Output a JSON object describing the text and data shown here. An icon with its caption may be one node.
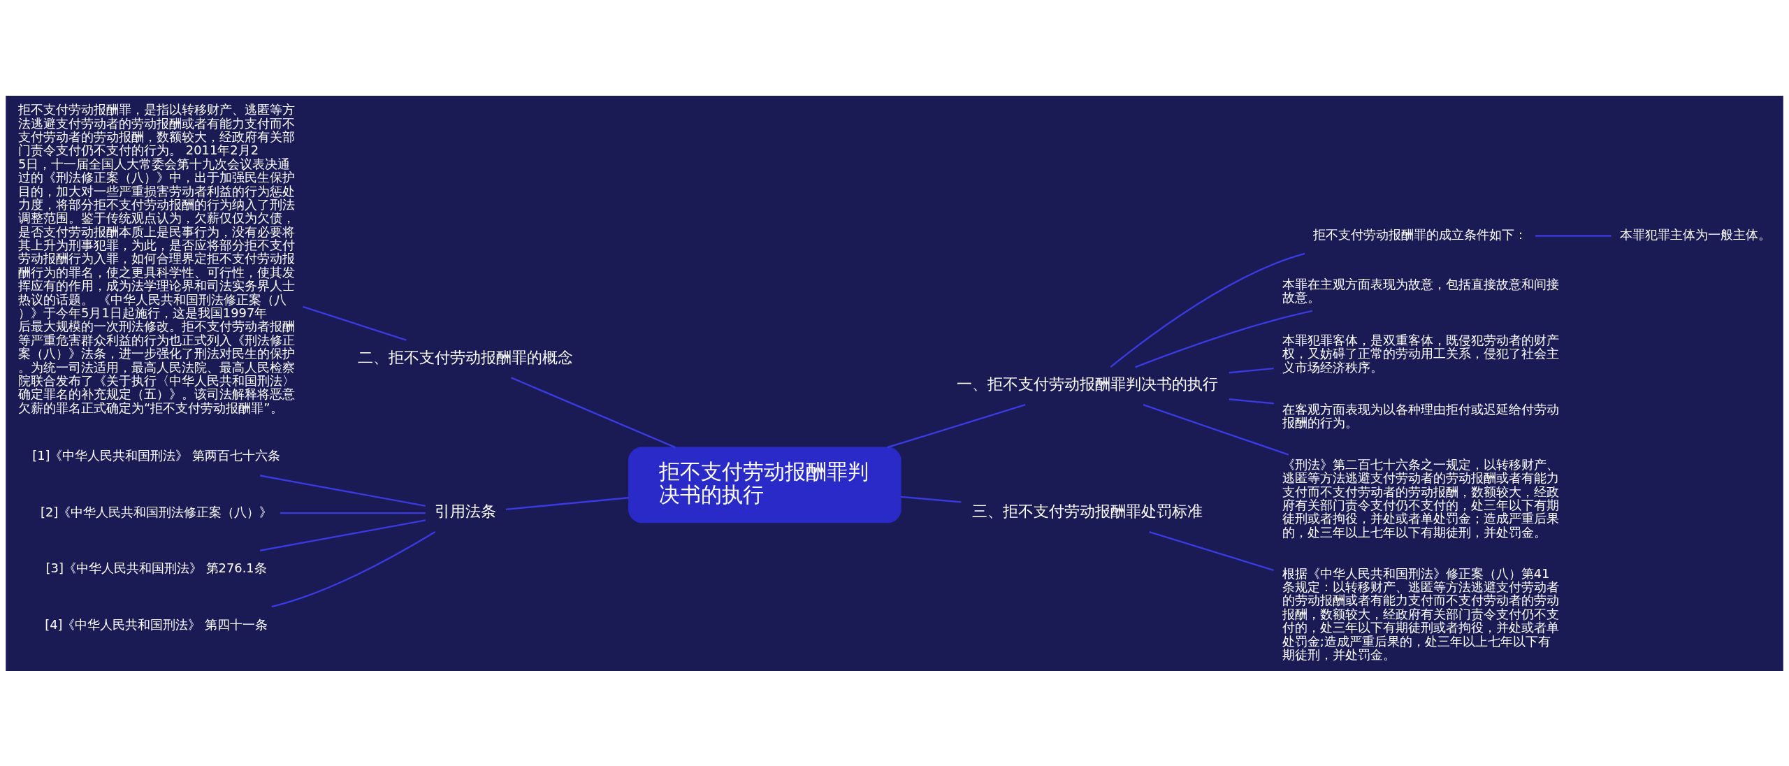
{
  "diagram": {
    "nodes": [
      {
        "text": [
          "拒不支付劳动报酬罪判决书的执行"
        ]
      },
      {
        "text": [
          "一、拒不支付劳动报酬罪判决书的执行"
        ]
      },
      {
        "text": [
          "拒不支付劳动报酬罪的成立条件如下："
        ]
      },
      {
        "text": [
          "本罪犯罪主体为一般主体。"
        ]
      },
      {
        "text": [
          "本罪在主观方面表现为故意，包括直接故意和间接故意。"
        ]
      },
      {
        "text": [
          "本罪犯罪客体，是双重客体，既侵犯劳动者的财产权，又妨碍了正常的劳动用工关系，侵犯了社会主义市场经济秩序。"
        ]
      },
      {
        "text": [
          "在客观方面表现为以各种理由拒付或迟延给付劳动报酬的行为。"
        ]
      },
      {
        "text": [
          "《刑法》第二百七十六条之一规定，以转移财产、逃匿等方法逃避支付劳动者的劳动报酬或者有能力支付而不支付劳动者的劳动报酬，数额较大，经政府有关部门责令支付仍不支付的，处三年以下有期徒刑或者拘役，并处或者单处罚金；造成严重后果的，处三年以上七年以下有期徒刑，并处罚金。"
        ]
      },
      {
        "text": [
          "三、拒不支付劳动报酬罪处罚标准"
        ]
      },
      {
        "text": [
          "根据《中华人民共和国刑法》修正案（八）第41条规定：以转移财产、逃匿等方法逃避支付劳动者的劳动报酬或者有能力支付而不支付劳动者的劳动报酬，数额较大，经政府有关部门责令支付仍不支付的，处三年以下有期徒刑或者拘役，并处或者单处罚金;造成严重后果的，处三年以上七年以下有期徒刑，并处罚金。"
        ]
      },
      {
        "text": [
          "二、拒不支付劳动报酬罪的概念"
        ]
      },
      {
        "text": [
          "拒不支付劳动报酬罪，是指以转移财产、逃匿等方法逃避支付劳动者的劳动报酬或者有能力支付而不支付劳动者的劳动报酬，数额较大，经政府有关部门责令支付仍不支付的行为。 2011年2月25日，十一届全国人大常委会第十九次会议表决通过的《刑法修正案（八）》中，出于加强民生保护目的，加大对一些严重损害劳动者利益的行为惩处力度，将部分拒不支付劳动报酬的行为纳入了刑法调整范围。鉴于传统观点认为，欠薪仅仅为欠债，是否支付劳动报酬本质上是民事行为，没有必要将其上升为刑事犯罪，为此，是否应将部分拒不支付劳动报酬行为入罪，如何合理界定拒不支付劳动报酬行为的罪名，使之更具科学性、可行性，使其发挥应有的作用，成为法学理论界和司法实务界人士热议的话题。 《中华人民共和国刑法修正案（八）》于今年5月1日起施行，这是我国1997年后最大规模的一次刑法修改。拒不支付劳动者报酬等严重危害群众利益的行为也正式列入《刑法修正案（八）》法条，进一步强化了刑法对民生的保护。为统一司法适用，最高人民法院、最高人民检察院联合发布了《关于执行〈中华人民共和国刑法〉确定罪名的补充规定（五）》。该司法解释将恶意欠薪的罪名正式确定为“拒不支付劳动报酬罪”。"
        ]
      },
      {
        "text": [
          "引用法条"
        ]
      },
      {
        "text": [
          "[1]《中华人民共和国刑法》 第两百七十六条"
        ]
      },
      {
        "text": [
          "[2]《中华人民共和国刑法修正案（八）》"
        ]
      },
      {
        "text": [
          "[3]《中华人民共和国刑法》 第276.1条"
        ]
      },
      {
        "text": [
          "[4]《中华人民共和国刑法》 第四十一条"
        ]
      }
    ],
    "edges": [
      {
        "from": 0,
        "to": 1,
        "arrow": "none"
      },
      {
        "from": 1,
        "to": 2,
        "arrow": "none"
      },
      {
        "from": 2,
        "to": 3,
        "arrow": "none"
      },
      {
        "from": 1,
        "to": 4,
        "arrow": "none"
      },
      {
        "from": 1,
        "to": 5,
        "arrow": "none"
      },
      {
        "from": 1,
        "to": 6,
        "arrow": "none"
      },
      {
        "from": 1,
        "to": 7,
        "arrow": "none"
      },
      {
        "from": 0,
        "to": 8,
        "arrow": "none"
      },
      {
        "from": 8,
        "to": 9,
        "arrow": "none"
      },
      {
        "from": 0,
        "to": 10,
        "arrow": "none"
      },
      {
        "from": 10,
        "to": 11,
        "arrow": "none"
      },
      {
        "from": 0,
        "to": 12,
        "arrow": "none"
      },
      {
        "from": 12,
        "to": 13,
        "arrow": "none"
      },
      {
        "from": 12,
        "to": 14,
        "arrow": "none"
      },
      {
        "from": 12,
        "to": 15,
        "arrow": "none"
      },
      {
        "from": 12,
        "to": 16,
        "arrow": "none"
      }
    ]
  }
}
